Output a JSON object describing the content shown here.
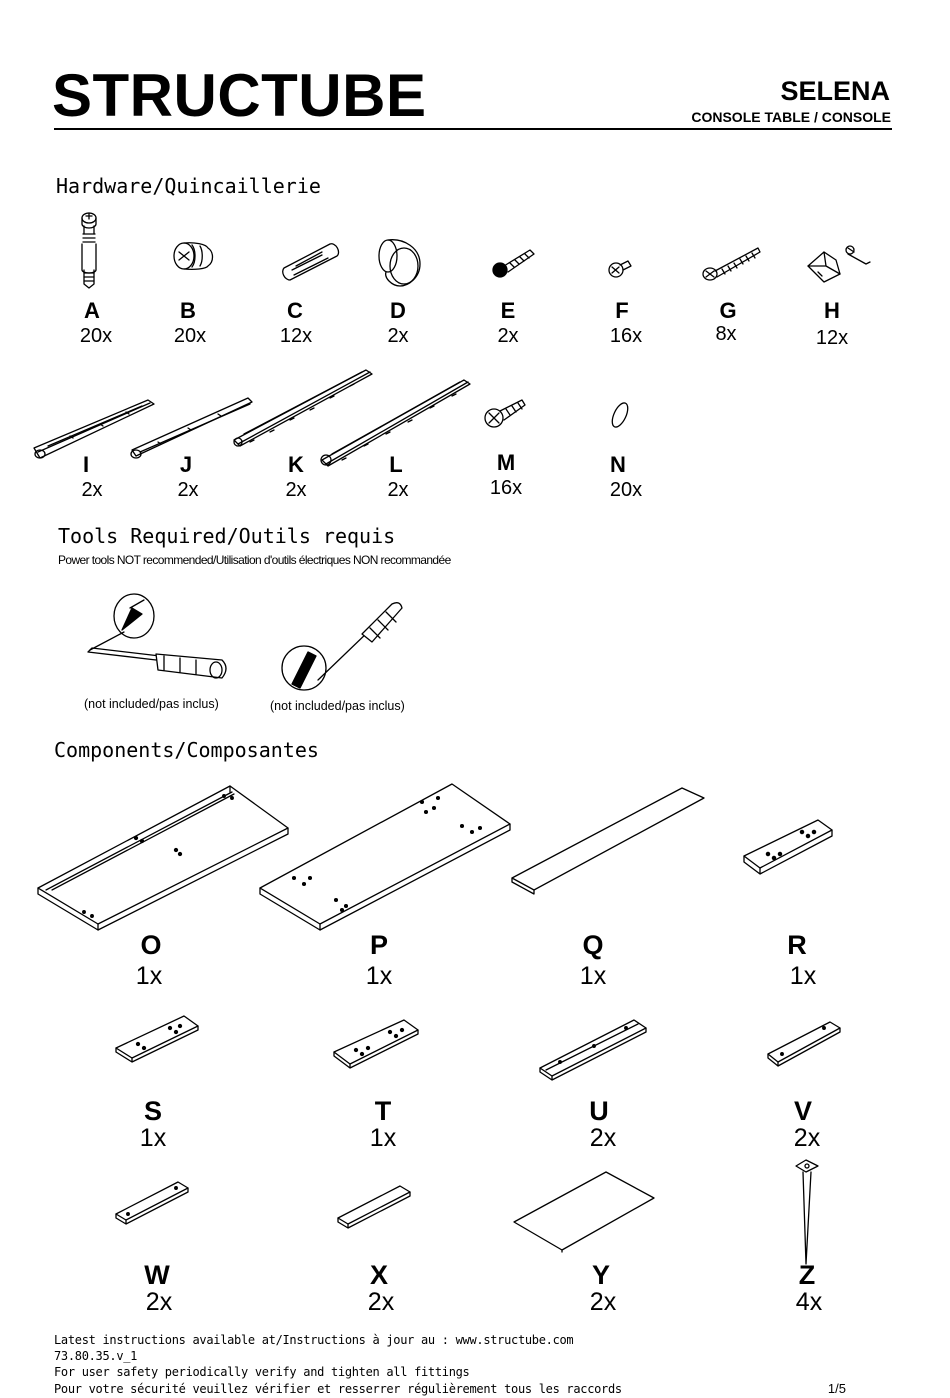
{
  "header": {
    "brand": "STRUCTUBE",
    "product": "SELENA",
    "subtitle": "CONSOLE TABLE / CONSOLE"
  },
  "hardware": {
    "title": "Hardware/Quincaillerie",
    "items": [
      {
        "letter": "A",
        "qty": "20x",
        "icon": "cam-bolt-icon"
      },
      {
        "letter": "B",
        "qty": "20x",
        "icon": "cam-lock-icon"
      },
      {
        "letter": "C",
        "qty": "12x",
        "icon": "wood-dowel-icon"
      },
      {
        "letter": "D",
        "qty": "2x",
        "icon": "knob-icon"
      },
      {
        "letter": "E",
        "qty": "2x",
        "icon": "machine-screw-icon"
      },
      {
        "letter": "F",
        "qty": "16x",
        "icon": "short-screw-icon"
      },
      {
        "letter": "G",
        "qty": "8x",
        "icon": "long-screw-icon"
      },
      {
        "letter": "H",
        "qty": "12x",
        "icon": "bracket-with-screw-icon"
      },
      {
        "letter": "I",
        "qty": "2x",
        "icon": "drawer-slide-icon"
      },
      {
        "letter": "J",
        "qty": "2x",
        "icon": "drawer-slide-icon"
      },
      {
        "letter": "K",
        "qty": "2x",
        "icon": "drawer-slide-icon"
      },
      {
        "letter": "L",
        "qty": "2x",
        "icon": "drawer-slide-icon"
      },
      {
        "letter": "M",
        "qty": "16x",
        "icon": "flat-head-screw-icon"
      },
      {
        "letter": "N",
        "qty": "20x",
        "icon": "washer-icon"
      }
    ]
  },
  "tools": {
    "title": "Tools Required/Outils requis",
    "note": "Power tools NOT recommended/Utilisation d'outils électriques NON recommandée",
    "items": [
      {
        "caption": "(not included/pas inclus)",
        "icon": "phillips-screwdriver-icon"
      },
      {
        "caption": "(not included/pas inclus)",
        "icon": "flat-screwdriver-icon"
      }
    ]
  },
  "components": {
    "title": "Components/Composantes",
    "items": [
      {
        "letter": "O",
        "qty": "1x"
      },
      {
        "letter": "P",
        "qty": "1x"
      },
      {
        "letter": "Q",
        "qty": "1x"
      },
      {
        "letter": "R",
        "qty": "1x"
      },
      {
        "letter": "S",
        "qty": "1x"
      },
      {
        "letter": "T",
        "qty": "1x"
      },
      {
        "letter": "U",
        "qty": "2x"
      },
      {
        "letter": "V",
        "qty": "2x"
      },
      {
        "letter": "W",
        "qty": "2x"
      },
      {
        "letter": "X",
        "qty": "2x"
      },
      {
        "letter": "Y",
        "qty": "2x"
      },
      {
        "letter": "Z",
        "qty": "4x"
      }
    ]
  },
  "footer": {
    "line1": "Latest instructions available at/Instructions à jour au : www.structube.com",
    "line2": "73.80.35.v_1",
    "line3": "For user safety periodically verify and tighten all fittings",
    "line4": "Pour votre sécurité veuillez vérifier et resserrer régulièrement tous les raccords",
    "page": "1/5"
  }
}
